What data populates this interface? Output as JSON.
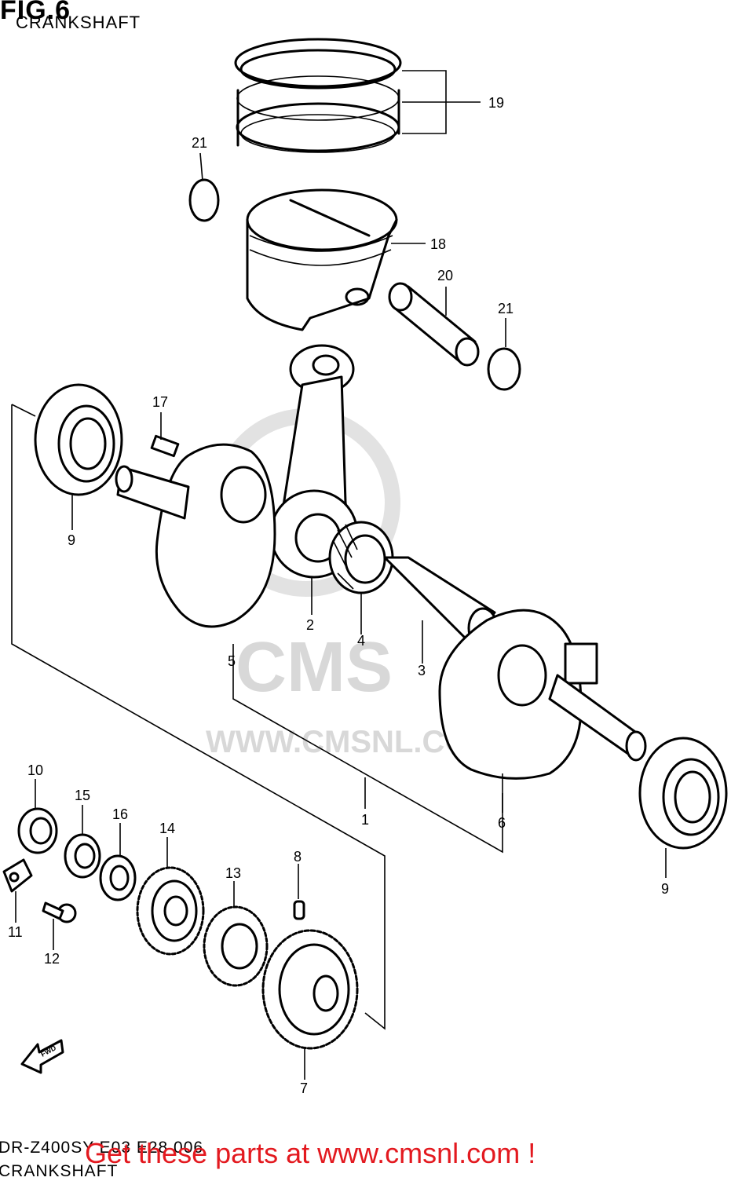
{
  "figure": {
    "title": "FIG.6",
    "subtitle": "CRANKSHAFT"
  },
  "footer": {
    "model_code": "DR-Z400SY E03 E28 006",
    "section": "CRANKSHAFT",
    "promo": "Get these parts at www.cmsnl.com !"
  },
  "watermark": {
    "brand": "CMS",
    "url": "WWW.CMSNL.COM"
  },
  "fwd_label": "FWD",
  "callouts": {
    "c1": "1",
    "c2": "2",
    "c3": "3",
    "c4": "4",
    "c5": "5",
    "c6": "6",
    "c7": "7",
    "c8": "8",
    "c9a": "9",
    "c9b": "9",
    "c10": "10",
    "c11": "11",
    "c12": "12",
    "c13": "13",
    "c14": "14",
    "c15": "15",
    "c16": "16",
    "c17": "17",
    "c18": "18",
    "c19": "19",
    "c20": "20",
    "c21a": "21",
    "c21b": "21"
  },
  "colors": {
    "line": "#000000",
    "promo": "#e3191f",
    "watermark": "#d8d8d8"
  }
}
